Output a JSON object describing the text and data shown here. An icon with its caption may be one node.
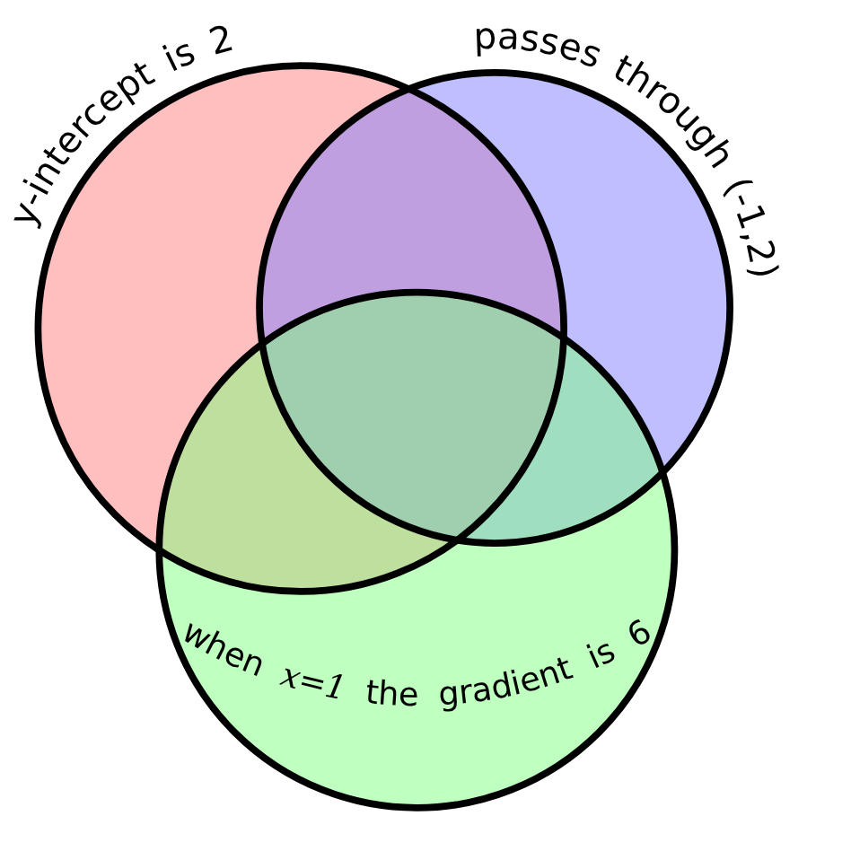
{
  "diagram": {
    "nodes": [
      {
        "text": [
          "y-intercept is 2"
        ]
      },
      {
        "text": [
          "passes through (-1,2)"
        ]
      },
      {
        "text": [
          "when *x=1* the gradient is 6"
        ]
      }
    ]
  }
}
